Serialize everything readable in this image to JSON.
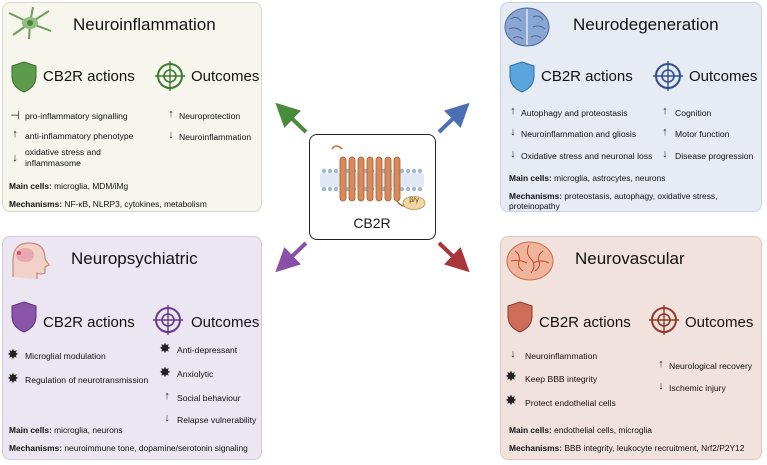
{
  "center": {
    "label": "CB2R",
    "gprotein": "β/γ"
  },
  "panels": {
    "neuroinflammation": {
      "title": "Neuroinflammation",
      "actions_heading": "CB2R actions",
      "outcomes_heading": "Outcomes",
      "actions": [
        "pro-inflammatory signalling",
        "anti-inflammatory phenotype",
        "oxidative stress and",
        "inflammasome"
      ],
      "outcomes": [
        "Neuroprotection",
        "Neuroinflammation"
      ],
      "main_cells_label": "Main cells:",
      "main_cells": "microglia, MDM/iMg",
      "mechanisms_label": "Mechanisms:",
      "mechanisms": "NF-κB, NLRP3, cytokines, metabolism",
      "color": "#4a8a3c"
    },
    "neurodegeneration": {
      "title": "Neurodegeneration",
      "actions_heading": "CB2R actions",
      "outcomes_heading": "Outcomes",
      "actions": [
        "Autophagy and proteostasis",
        "Neuroinflammation and gliosis",
        "Oxidative stress and neuronal loss"
      ],
      "outcomes": [
        "Cognition",
        "Motor function",
        "Disease progression"
      ],
      "main_cells_label": "Main cells:",
      "main_cells": "microglia, astrocytes, neurons",
      "mechanisms_label": "Mechanisms:",
      "mechanisms_line1": "proteostasis, autophagy, oxidative stress,",
      "mechanisms_line2": "proteinopathy",
      "color": "#3a64a8"
    },
    "neuropsychiatric": {
      "title": "Neuropsychiatric",
      "actions_heading": "CB2R actions",
      "outcomes_heading": "Outcomes",
      "actions": [
        "Microglial modulation",
        "Regulation of neurotransmission"
      ],
      "outcomes": [
        "Anti-depressant",
        "Anxiolytic",
        "Social behaviour",
        "Relapse vulnerability"
      ],
      "main_cells_label": "Main cells:",
      "main_cells": "microglia, neurons",
      "mechanisms_label": "Mechanisms:",
      "mechanisms": "neuroimmune tone, dopamine/serotonin signaling",
      "color": "#8a4fa6"
    },
    "neurovascular": {
      "title": "Neurovascular",
      "actions_heading": "CB2R actions",
      "outcomes_heading": "Outcomes",
      "actions": [
        "Neuroinflammation",
        "Keep BBB integrity",
        "Protect endothelial cells"
      ],
      "outcomes": [
        "Neurological recovery",
        "Ischemic injury"
      ],
      "main_cells_label": "Main cells:",
      "main_cells": "endothelial cells, microglia",
      "mechanisms_label": "Mechanisms:",
      "mechanisms": "BBB integrity, leukocyte recruitment, Nrf2/P2Y12",
      "color": "#a8473c"
    }
  }
}
